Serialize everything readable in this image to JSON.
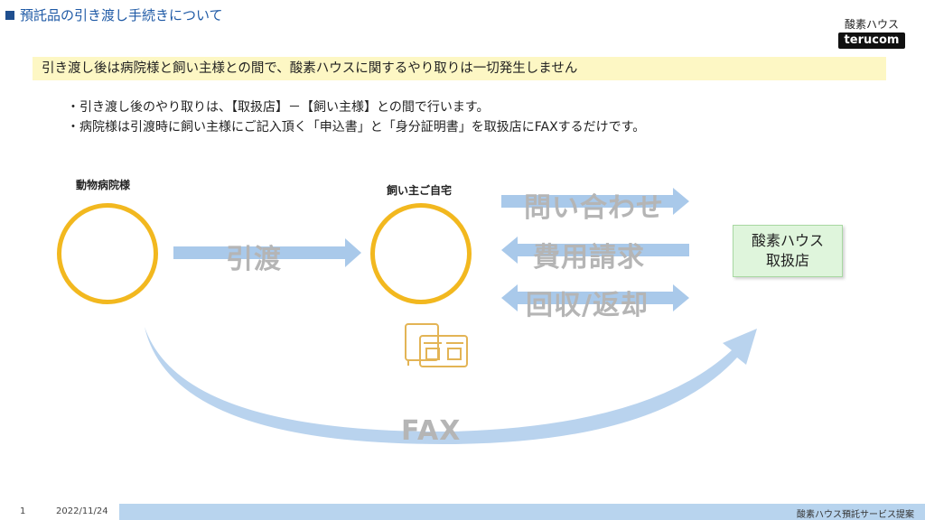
{
  "header": {
    "title": "預託品の引き渡し手続きについて",
    "logo_top": "酸素ハウス",
    "logo_bottom": "terucom"
  },
  "banner": {
    "text": "引き渡し後は病院様と飼い主様との間で、酸素ハウスに関するやり取りは一切発生しません"
  },
  "bullets": [
    "・引き渡し後のやり取りは、【取扱店】－【飼い主様】との間で行います。",
    "・病院様は引渡時に飼い主様にご記入頂く「申込書」と「身分証明書」を取扱店にFAXするだけです。"
  ],
  "diagram": {
    "hospital_label": "動物病院様",
    "owner_label": "飼い主ご自宅",
    "handover": "引渡",
    "inquiry": "問い合わせ",
    "billing": "費用請求",
    "collect": "回収/返却",
    "fax": "FAX",
    "shop_line1": "酸素ハウス",
    "shop_line2": "取扱店"
  },
  "footer": {
    "page": "1",
    "date": "2022/11/24",
    "right": "酸素ハウス預託サービス提案"
  },
  "colors": {
    "accent_blue": "#1f5aa6",
    "arrow_blue": "#a9c9ea",
    "ring_gold": "#f2b81f",
    "banner_yellow": "#fdf7c4",
    "shop_green": "#dff5dc"
  }
}
